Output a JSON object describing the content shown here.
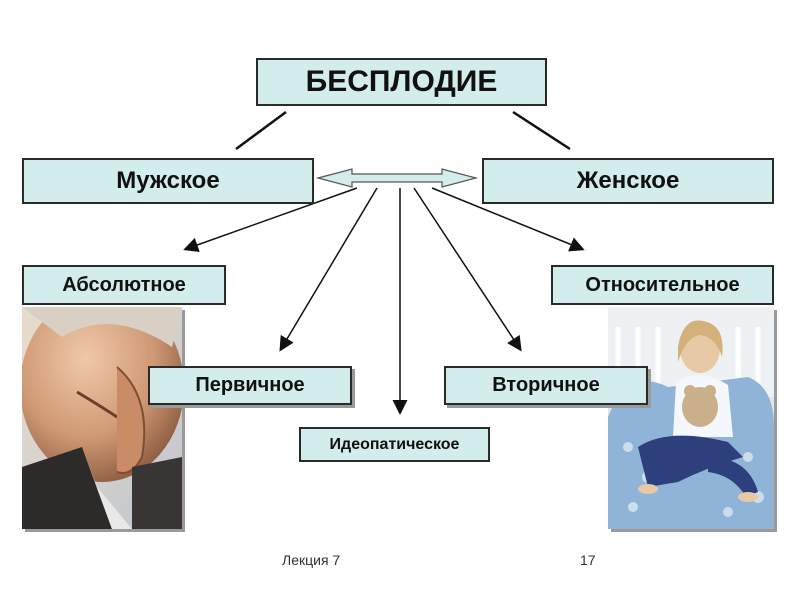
{
  "title": "БЕСПЛОДИЕ",
  "male": "Мужское",
  "female": "Женское",
  "absolute": "Абсолютное",
  "relative": "Относительное",
  "primary": "Первичное",
  "secondary": "Вторичное",
  "idiopathic": "Идеопатическое",
  "footer": {
    "lecture": "Лекция 7",
    "page": "17"
  }
}
